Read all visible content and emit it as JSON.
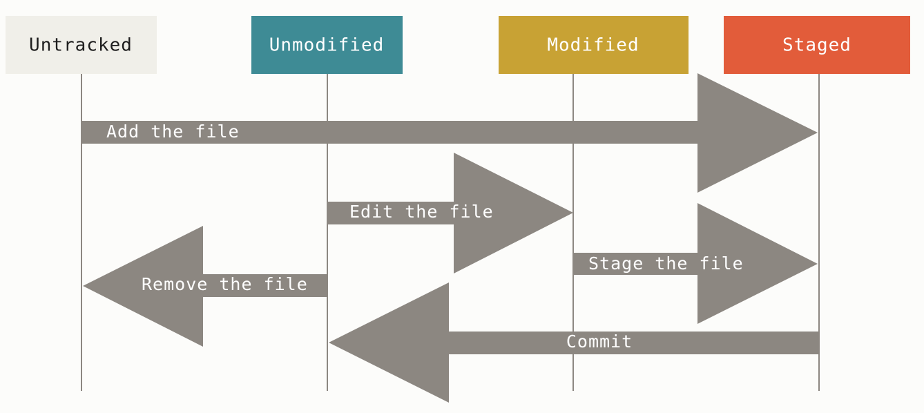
{
  "states": [
    {
      "key": "untracked",
      "label": "Untracked",
      "color": "#f0efe9",
      "text_color": "#1e1e1e"
    },
    {
      "key": "unmodified",
      "label": "Unmodified",
      "color": "#3e8b95",
      "text_color": "#ffffff"
    },
    {
      "key": "modified",
      "label": "Modified",
      "color": "#c8a234",
      "text_color": "#ffffff"
    },
    {
      "key": "staged",
      "label": "Staged",
      "color": "#e25c3a",
      "text_color": "#ffffff"
    }
  ],
  "transitions": [
    {
      "label": "Add the file",
      "from": "untracked",
      "to": "staged"
    },
    {
      "label": "Edit the file",
      "from": "unmodified",
      "to": "modified"
    },
    {
      "label": "Stage the file",
      "from": "modified",
      "to": "staged"
    },
    {
      "label": "Remove the file",
      "from": "unmodified",
      "to": "untracked"
    },
    {
      "label": "Commit",
      "from": "staged",
      "to": "unmodified"
    }
  ],
  "colors": {
    "arrow": "#8c8781",
    "lifeline": "#8c8781",
    "background": "#fcfcfa"
  }
}
